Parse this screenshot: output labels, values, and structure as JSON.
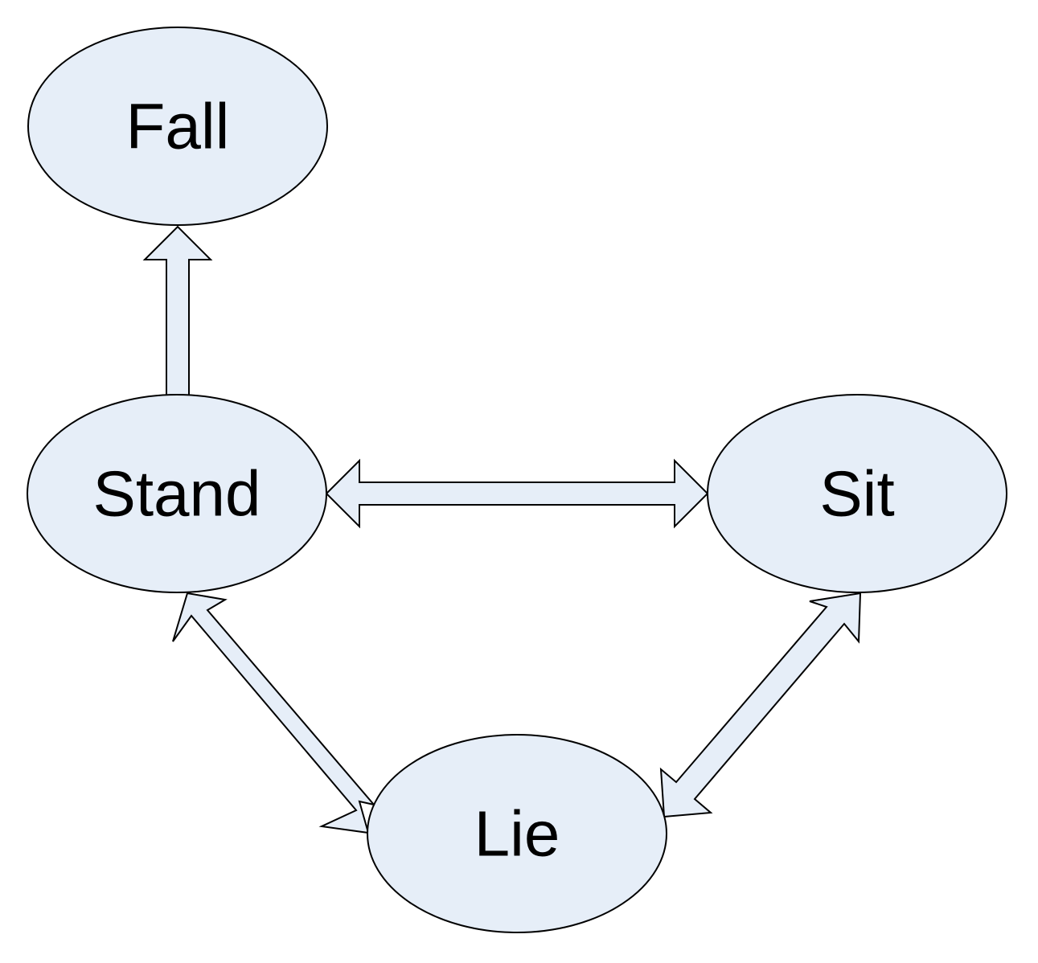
{
  "nodes": {
    "fall": {
      "label": "Fall"
    },
    "stand": {
      "label": "Stand"
    },
    "sit": {
      "label": "Sit"
    },
    "lie": {
      "label": "Lie"
    }
  },
  "edges": [
    {
      "from": "Stand",
      "to": "Fall",
      "direction": "one-way"
    },
    {
      "from": "Stand",
      "to": "Sit",
      "direction": "two-way"
    },
    {
      "from": "Stand",
      "to": "Lie",
      "direction": "two-way"
    },
    {
      "from": "Sit",
      "to": "Lie",
      "direction": "two-way"
    }
  ],
  "colors": {
    "node_fill": "#e6eef8",
    "arrow_fill": "#e6eef8",
    "stroke": "#000000",
    "background": "#ffffff"
  }
}
